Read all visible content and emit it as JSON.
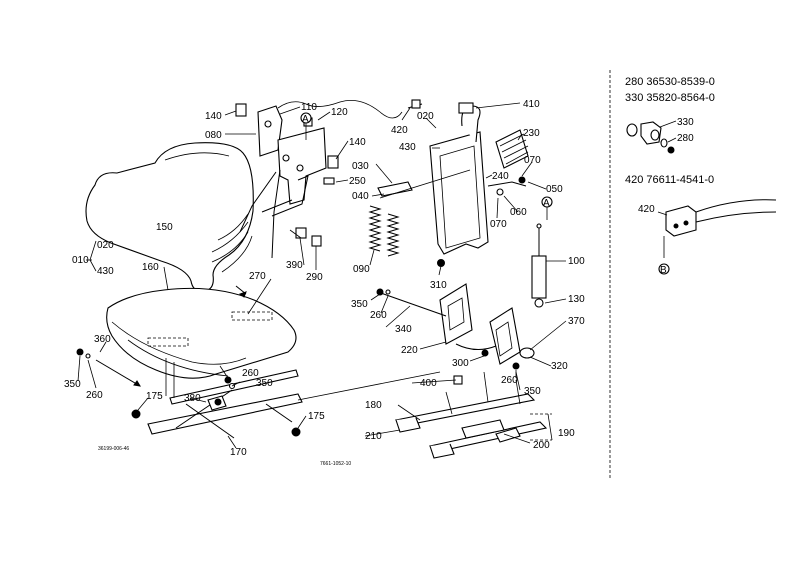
{
  "labels": {
    "l010": "010",
    "l020": "020",
    "l020b": "020",
    "l030": "030",
    "l040": "040",
    "l050": "050",
    "l060": "060",
    "l070": "070",
    "l070b": "070",
    "l080": "080",
    "l090": "090",
    "l100": "100",
    "l110": "110",
    "l120": "120",
    "l130": "130",
    "l140a": "140",
    "l140b": "140",
    "l150": "150",
    "l160": "160",
    "l170": "170",
    "l175a": "175",
    "l175b": "175",
    "l180": "180",
    "l190": "190",
    "l200": "200",
    "l210": "210",
    "l220": "220",
    "l230": "230",
    "l240": "240",
    "l250": "250",
    "l260a": "260",
    "l260b": "260",
    "l260c": "260",
    "l260d": "260",
    "l270": "270",
    "l290": "290",
    "l300": "300",
    "l310": "310",
    "l320": "320",
    "l340": "340",
    "l350a": "350",
    "l350b": "350",
    "l350c": "350",
    "l350d": "350",
    "l360": "360",
    "l370": "370",
    "l380": "380",
    "l390": "390",
    "l400": "400",
    "l410": "410",
    "l420": "420",
    "l430": "430",
    "l430b": "430",
    "refA1": "A",
    "refA2": "A",
    "refB": "B"
  },
  "sidebar": {
    "line1": "280  36530-8539-0",
    "line2": "330  35820-8564-0",
    "line3": "420  76611-4541-0",
    "inset1_330": "330",
    "inset1_280": "280",
    "inset2_420": "420",
    "inset2_ref": "B"
  },
  "footer": {
    "code_left": "36199-006-46",
    "code_center": "7661-1052-10"
  }
}
